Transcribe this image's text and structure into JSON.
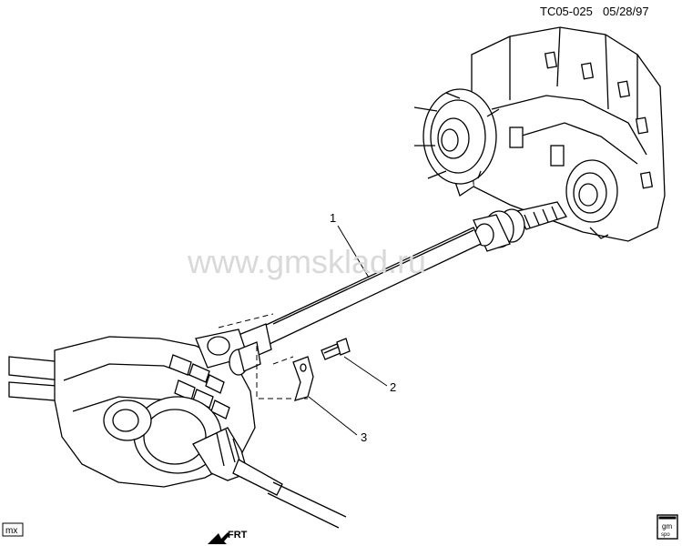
{
  "header": {
    "diagram_code": "TC05-025",
    "date": "05/28/97"
  },
  "watermark": "www.gmsklad.ru",
  "callouts": [
    {
      "label": "1"
    },
    {
      "label": "2"
    },
    {
      "label": "3"
    }
  ],
  "footer": {
    "corner_tag": "mx",
    "front_indicator": "FRT",
    "badge_top": "gm",
    "badge_bottom": "spo"
  },
  "colors": {
    "line": "#000000",
    "background": "#ffffff",
    "watermark": "#d9d9d9"
  }
}
